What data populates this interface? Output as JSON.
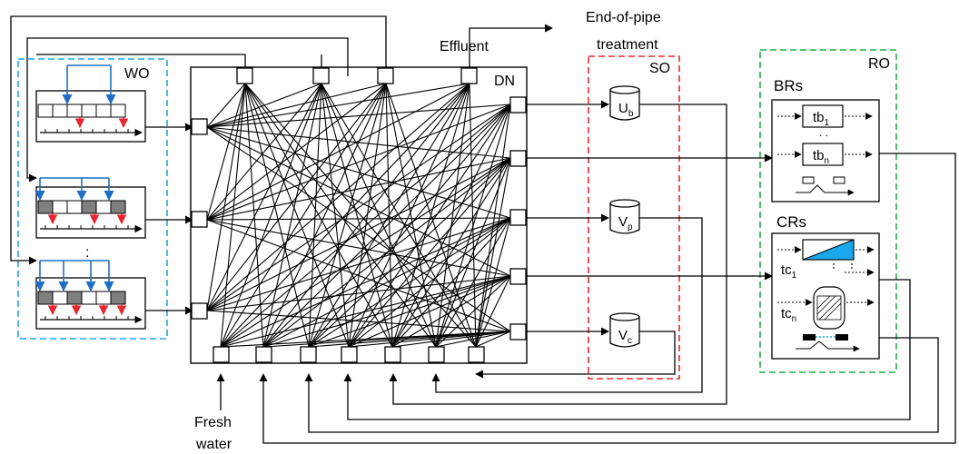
{
  "labels": {
    "wo": "WO",
    "dn": "DN",
    "so": "SO",
    "ro": "RO",
    "brs": "BRs",
    "crs": "CRs",
    "effluent": "Effluent",
    "end_of_pipe_1": "End-of-pipe",
    "end_of_pipe_2": "treatment",
    "fresh_1": "Fresh",
    "fresh_2": "water",
    "wo_dots": ":"
  },
  "storage": [
    {
      "base": "U",
      "sub": "b"
    },
    {
      "base": "V",
      "sub": "p"
    },
    {
      "base": "V",
      "sub": "c"
    }
  ],
  "batch_reactors": [
    {
      "base": "tb",
      "sub": "1"
    },
    {
      "base": "tb",
      "sub": "n"
    }
  ],
  "continuous_reactors": [
    {
      "base": "tc",
      "sub": "1"
    },
    {
      "base": "tc",
      "sub": "n"
    }
  ],
  "colors": {
    "wo_border": "#1aa7ec",
    "so_border": "#e8262d",
    "ro_border": "#1fb04a",
    "blue_arrow": "#1f6fc4",
    "red_arrow": "#e8262d",
    "filter_fill": "#1aa7ec",
    "gray_cell": "#7f7f7f"
  }
}
